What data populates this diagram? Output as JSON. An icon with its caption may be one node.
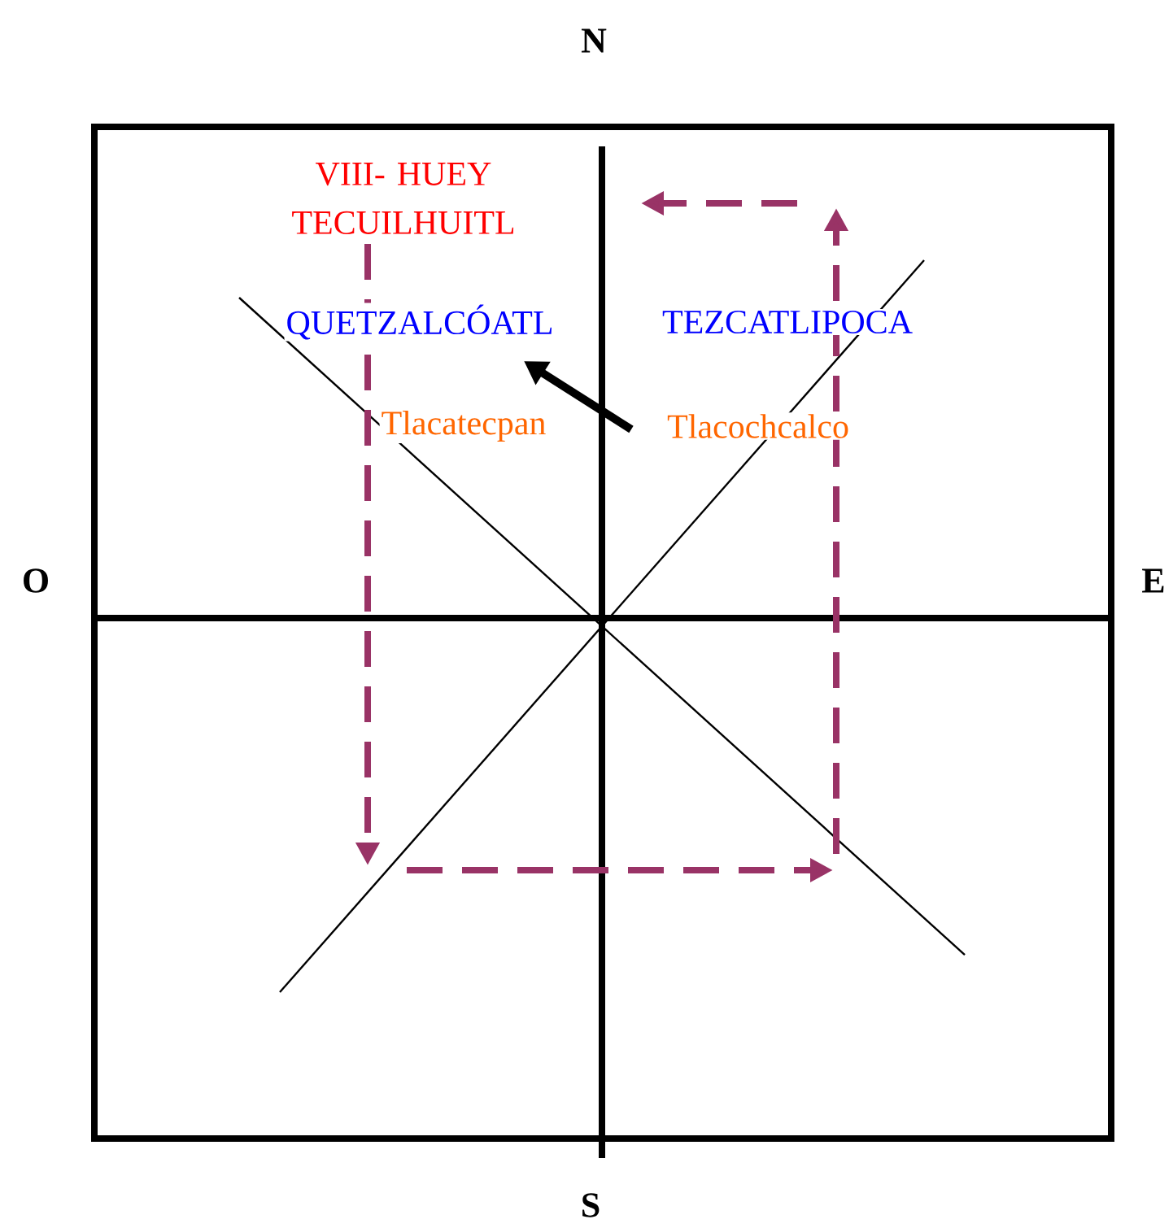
{
  "diagram": {
    "labels": [
      "N",
      "VIII- HUEY TECUILHUITL",
      "QUETZALCÓATL",
      "TEZCATLIPOCA",
      "Tlacatecpan",
      "Tlacochcalco",
      "O",
      "E",
      "S"
    ]
  }
}
